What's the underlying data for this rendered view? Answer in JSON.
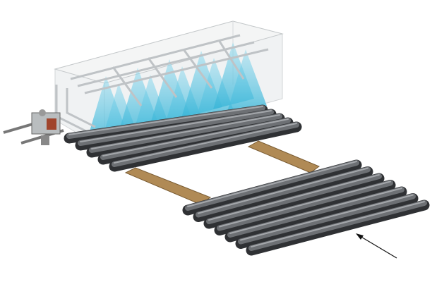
{
  "illustration": {
    "subject": "spray-quench-chamber-with-roller-conveyor",
    "colors": {
      "background": "#ffffff",
      "enclosure": "#e6e9ea",
      "spray": "#4fc3e0",
      "spray_light": "#bfeaf5",
      "roller": "#55585c",
      "roller_highlight": "#9a9da1",
      "rail": "#b08a55",
      "manifold": "#c9ccce",
      "arrow": "#111111"
    },
    "icons": [
      "enclosure",
      "spray-nozzle",
      "roller",
      "rail",
      "direction-arrow",
      "valve-assembly"
    ],
    "back_roller_count": 5,
    "front_roller_count": 7,
    "spray_cone_count": 10
  }
}
